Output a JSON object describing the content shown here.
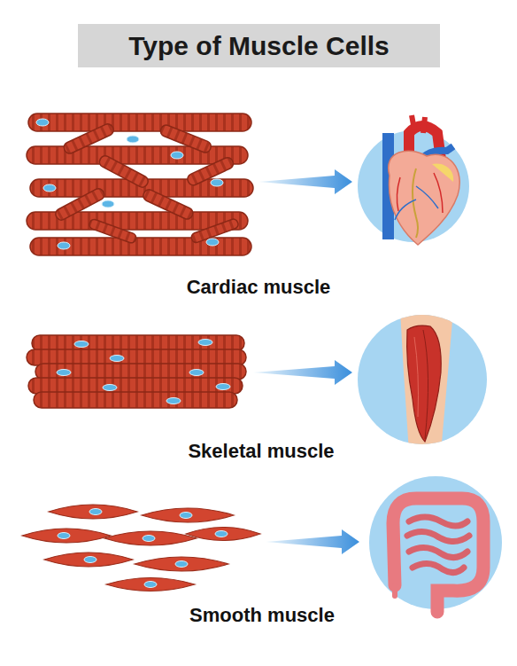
{
  "diagram": {
    "title": "Type of Muscle Cells",
    "labels": [
      "Cardiac muscle",
      "Skeletal muscle",
      "Smooth muscle"
    ]
  }
}
